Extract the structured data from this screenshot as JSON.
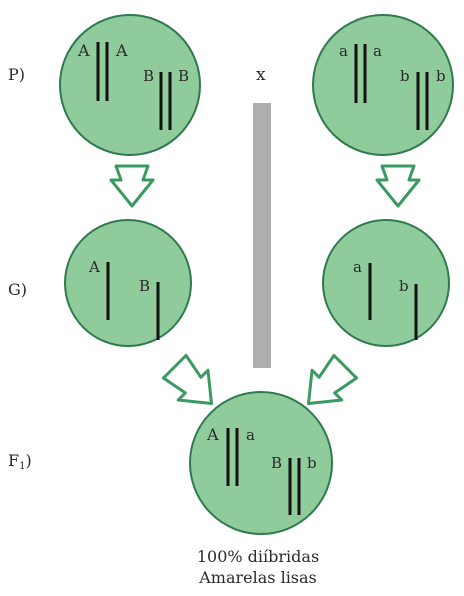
{
  "rows": {
    "p": "P)",
    "g": "G)",
    "f1": "F",
    "f1_sub": "1",
    "f1_close": ")"
  },
  "cross_symbol": "x",
  "parent_left": {
    "allele1": "A",
    "allele2": "A",
    "allele3": "B",
    "allele4": "B"
  },
  "parent_right": {
    "allele1": "a",
    "allele2": "a",
    "allele3": "b",
    "allele4": "b"
  },
  "gamete_left": {
    "allele1": "A",
    "allele2": "B"
  },
  "gamete_right": {
    "allele1": "a",
    "allele2": "b"
  },
  "offspring": {
    "allele1": "A",
    "allele2": "a",
    "allele3": "B",
    "allele4": "b"
  },
  "result": {
    "line1": "100% diíbridas",
    "line2": "Amarelas lisas"
  },
  "colors": {
    "cell_fill": "#8fcb9b",
    "cell_stroke": "#2f7a4f",
    "arrow": "#3a9a60",
    "bar": "#aeaeae",
    "chromosome": "#111111"
  },
  "icons": {
    "down_arrow": "hollow-down-arrow-icon",
    "diagonal_arrow": "hollow-diagonal-arrow-icon"
  }
}
